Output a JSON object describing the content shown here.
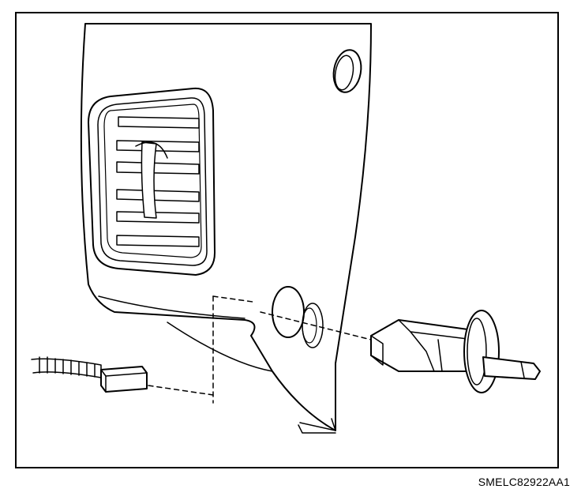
{
  "figure": {
    "reference_code": "SMELC82922AA1"
  },
  "colors": {
    "line": "#000000",
    "background": "#ffffff",
    "shade": "#d9d9d9"
  },
  "parts": [
    {
      "name": "dashboard-panel",
      "icon": "panel-shape"
    },
    {
      "name": "air-vent-louvers",
      "icon": "vent-grille"
    },
    {
      "name": "panel-upper-hole",
      "icon": "round-hole"
    },
    {
      "name": "switch-mounting-hole",
      "icon": "round-hole"
    },
    {
      "name": "switch-connector",
      "icon": "connector-plug"
    },
    {
      "name": "wiring-harness",
      "icon": "corrugated-wire"
    },
    {
      "name": "control-switch",
      "icon": "knob-switch"
    }
  ]
}
